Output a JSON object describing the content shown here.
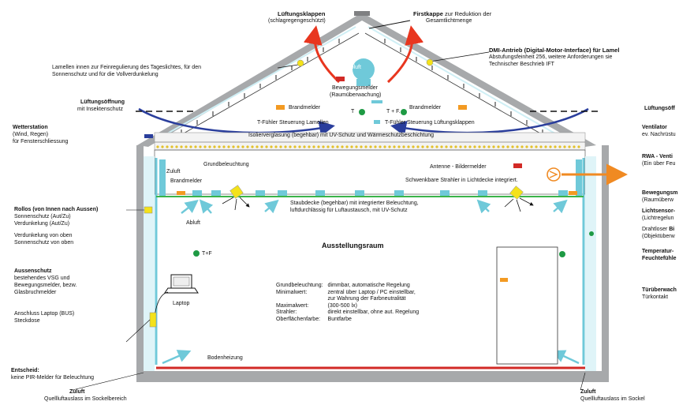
{
  "colors": {
    "wall": "#a7a9ab",
    "glass": "#7fd2e0",
    "arrow_blue": "#2a3e9c",
    "arrow_red": "#e8361f",
    "arrow_orange": "#f08a22",
    "sensor_orange": "#f39a22",
    "sensor_red": "#d22a26",
    "sensor_green": "#1e9a44",
    "strip_green": "#3bb44a",
    "yellow": "#f4e21a"
  },
  "top": {
    "lueftungsklappen_title": "Lüftungsklappen",
    "lueftungsklappen_sub": "(schlagregengeschützt)",
    "firstkappe_title": "Firstkappe",
    "firstkappe_rest": " zur Reduktion der",
    "firstkappe_line2": "Gesamtlichtmenge",
    "dmi_title": "DMI-Antrieb (Digital-Motor-Interface) für Lamel",
    "dmi_line2": "Abstufungsfeinheit 256, weitere Anforderungen sie",
    "dmi_line3": "Technischer Beschrieb IFT",
    "lamellen_line1": "Lamellen innen zur Feinregulierung des Tageslichtes, für den",
    "lamellen_line2": "Sonnenschutz und für die Vollverdunkelung"
  },
  "left": {
    "lueftungsoeffnung_title": "Lüftungsöffnung",
    "lueftungsoeffnung_sub": "mit Insektenschutz",
    "wetterstation_title": "Wetterstation",
    "wetterstation_l2": "(Wind, Regen)",
    "wetterstation_l3": "für Fensterschliessung",
    "rollos_title": "Rollos (von Innen nach Aussen)",
    "rollos_l2": "Sonnenschutz (Aut/Zu)",
    "rollos_l3": "Verdunkelung (Aut/Zu)",
    "verdunk_l1": "Verdunkelung von oben",
    "verdunk_l2": "Sonnenschutz von oben",
    "aussen_title": "Aussenschutz",
    "aussen_l2": "bestehendes VSG und",
    "aussen_l3": "Bewegungsmelder, bezw.",
    "aussen_l4": "Glasbruchmelder",
    "anschluss_l1": "Anschluss Laptop (BUS)",
    "anschluss_l2": "Steckdose",
    "entscheid_title": "Entscheid:",
    "entscheid_l2": "keine PIR-Melder für Beleuchtung",
    "zuluft_title": "Zuluft",
    "zuluft_sub": "Quellluftauslass im Sockelbereich"
  },
  "right": {
    "lueftungsoeff": "Lüftungsöff",
    "ventilator_title": "Ventilator",
    "ventilator_sub": "ev. Nachrüstu",
    "rwa_title": "RWA - Venti",
    "rwa_sub": "(Ein über Feu",
    "bewegung_title": "Bewegungsm",
    "bewegung_sub": "(Raumüberw",
    "lichtsensor_title": "Lichtsensor-",
    "lichtsensor_sub": "(Lichtregelun",
    "drahtlos_l1a": "Drahtloser ",
    "drahtlos_l1b": "Bi",
    "drahtlos_l2": "(Objektüberw",
    "temperatur_l1": "Temperatur-",
    "temperatur_l2": "Feuchtefühle",
    "tuer_title": "Türüberwach",
    "tuer_sub": "Türkontakt",
    "zuluft_title": "Zuluft",
    "zuluft_sub": "Quellluftauslass im Sockel"
  },
  "roof": {
    "abluft": "Abluft",
    "bewegungsmelder_l1": "Bewegungsmelder",
    "bewegungsmelder_l2": "(Raumüberwachung)",
    "brandmelder_left": "Brandmelder",
    "brandmelder_right": "Brandmelder",
    "t_label": "T",
    "tf_label": "T + F.",
    "fuehler_left": "T-Fühler Steuerung Lamellen",
    "fuehler_right": "T-Fühler Steuerung Lüftungsklappen",
    "isolier": "Isolierverglasung (begehbar) mit UV-Schutz und Wärmeschutzbeschichtung"
  },
  "attic": {
    "zuluft": "Zuluft",
    "grundbeleuchtung": "Grundbeleuchtung",
    "brandmelder": "Brandmelder",
    "antenne": "Antenne - Bildermelder",
    "schwenkbare": "Schwenkbare Strahler in Lichtdecke integriert."
  },
  "room": {
    "abluft": "Abluft",
    "staubdecke_l1": "Staubdecke (begehbar) mit integrierter Beleuchtung,",
    "staubdecke_l2": "luftdurchlässig für Luftaustausch, mit UV-Schutz",
    "title": "Ausstellungsraum",
    "tf": "T+F",
    "laptop": "Laptop",
    "bodenheizung": "Bodenheizung"
  },
  "spec": [
    {
      "label": "Grundbeleuchtung:",
      "value": "dimmbar, automatische Regelung"
    },
    {
      "label": "Minimalwert:",
      "value": "zentral über Laptop / PC einstellbar,"
    },
    {
      "label": "",
      "value": "zur Wahrung der Farbneutralität"
    },
    {
      "label": "Maximalwert:",
      "value": "(300-500 lx)"
    },
    {
      "label": "Strahler:",
      "value": "direkt einstellbar, ohne aut. Regelung"
    },
    {
      "label": "Oberflächenfarbe:",
      "value": "Buntfarbe"
    }
  ]
}
